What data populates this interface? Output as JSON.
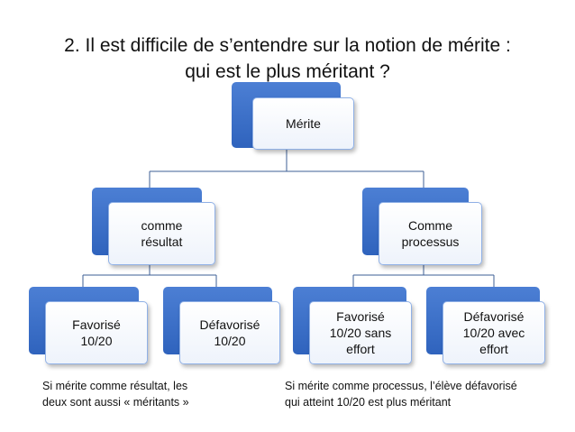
{
  "title": {
    "line1": "2. Il est difficile de s’entendre sur la notion de mérite :",
    "line2": "qui est le plus méritant ?"
  },
  "root": {
    "label": "Mérite"
  },
  "left_branch": {
    "line1": "comme",
    "line2": "résultat",
    "children": [
      {
        "line1": "Favorisé",
        "line2": "10/20"
      },
      {
        "line1": "Défavorisé",
        "line2": "10/20"
      }
    ]
  },
  "right_branch": {
    "line1": "Comme",
    "line2": "processus",
    "children": [
      {
        "line1": "Favorisé",
        "line2": "10/20 sans",
        "line3": "effort"
      },
      {
        "line1": "Défavorisé",
        "line2": "10/20 avec",
        "line3": "effort"
      }
    ]
  },
  "notes": {
    "left": {
      "line1": "Si mérite comme résultat, les",
      "line2": "deux sont aussi « méritants »"
    },
    "right": {
      "line1": "Si mérite comme processus, l’élève défavorisé",
      "line2": "qui atteint 10/20 est plus méritant"
    }
  },
  "colors": {
    "accent": "#3a6fc8",
    "connector": "#3d5f95",
    "box_fill": "#f3f7fd"
  }
}
